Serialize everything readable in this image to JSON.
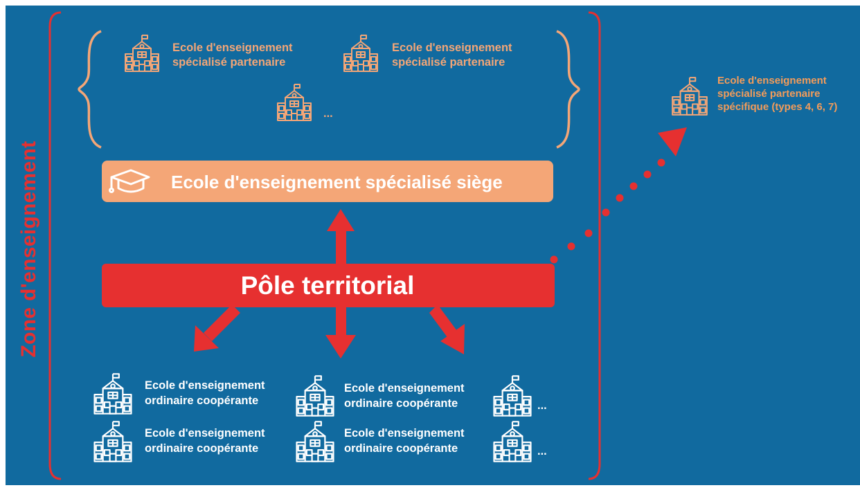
{
  "diagram": {
    "zone_label": "Zone d'enseignement",
    "siege_label": "Ecole d'enseignement spécialisé siège",
    "pole_label": "Pôle territorial",
    "partner_label": [
      "Ecole d'enseignement",
      "spécialisé partenaire"
    ],
    "partner_more": "...",
    "specific_partner": [
      "Ecole d'enseignement",
      "spécialisé partenaire",
      "spécifique (types 4, 6, 7)"
    ],
    "cooperating_label": [
      "Ecole d'enseignement",
      "ordinaire coopérante"
    ],
    "cooperating_more": "..."
  },
  "colors": {
    "background": "#116a9f",
    "frame_red": "#e63030",
    "brace_orange": "#f4a677",
    "partner_text_orange": "#f4a677",
    "specific_text_orange": "#f49c5a",
    "cooperating_white": "#ffffff"
  },
  "icons": {
    "school": "school-building-icon",
    "graduation": "graduation-cap-icon"
  }
}
